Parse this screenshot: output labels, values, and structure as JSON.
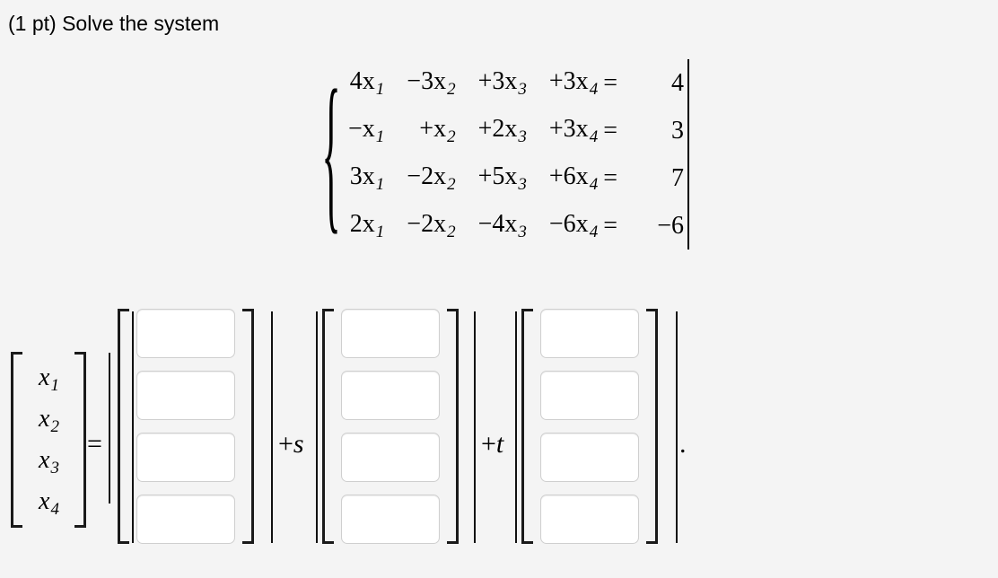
{
  "problem": {
    "title": "(1 pt) Solve the system"
  },
  "system": {
    "brace": "{",
    "equations": [
      {
        "t1": "4x",
        "s1": "1",
        "t2": "−3x",
        "s2": "2",
        "t3": "+3x",
        "s3": "3",
        "t4": "+3x",
        "s4": "4",
        "eq": "=",
        "rhs": "4"
      },
      {
        "t1": "−x",
        "s1": "1",
        "t2": "+x",
        "s2": "2",
        "t3": "+2x",
        "s3": "3",
        "t4": "+3x",
        "s4": "4",
        "eq": "=",
        "rhs": "3"
      },
      {
        "t1": "3x",
        "s1": "1",
        "t2": "−2x",
        "s2": "2",
        "t3": "+5x",
        "s3": "3",
        "t4": "+6x",
        "s4": "4",
        "eq": "=",
        "rhs": "7"
      },
      {
        "t1": "2x",
        "s1": "1",
        "t2": "−2x",
        "s2": "2",
        "t3": "−4x",
        "s3": "3",
        "t4": "−6x",
        "s4": "4",
        "eq": "=",
        "rhs": "−6"
      }
    ]
  },
  "solution": {
    "unknown_vector": {
      "label": "x-vector",
      "entries": [
        {
          "base": "x",
          "sub": "1"
        },
        {
          "base": "x",
          "sub": "2"
        },
        {
          "base": "x",
          "sub": "3"
        },
        {
          "base": "x",
          "sub": "4"
        }
      ]
    },
    "equals": "=",
    "scalar_s": {
      "op": "+",
      "symbol": "s"
    },
    "scalar_t": {
      "op": "+",
      "symbol": "t"
    },
    "trailing_punctuation": ".",
    "matrices": [
      {
        "name": "particular-solution-vector",
        "inputs": [
          {
            "value": "",
            "placeholder": ""
          },
          {
            "value": "",
            "placeholder": ""
          },
          {
            "value": "",
            "placeholder": ""
          },
          {
            "value": "",
            "placeholder": ""
          }
        ]
      },
      {
        "name": "free-parameter-s-vector",
        "inputs": [
          {
            "value": "",
            "placeholder": ""
          },
          {
            "value": "",
            "placeholder": ""
          },
          {
            "value": "",
            "placeholder": ""
          },
          {
            "value": "",
            "placeholder": ""
          }
        ]
      },
      {
        "name": "free-parameter-t-vector",
        "inputs": [
          {
            "value": "",
            "placeholder": ""
          },
          {
            "value": "",
            "placeholder": ""
          },
          {
            "value": "",
            "placeholder": ""
          },
          {
            "value": "",
            "placeholder": ""
          }
        ]
      }
    ]
  },
  "colors": {
    "background": "#f4f4f4",
    "text": "#000000",
    "input_border": "#cfcfcf",
    "input_background": "#ffffff",
    "bracket": "#1a1a1a"
  }
}
